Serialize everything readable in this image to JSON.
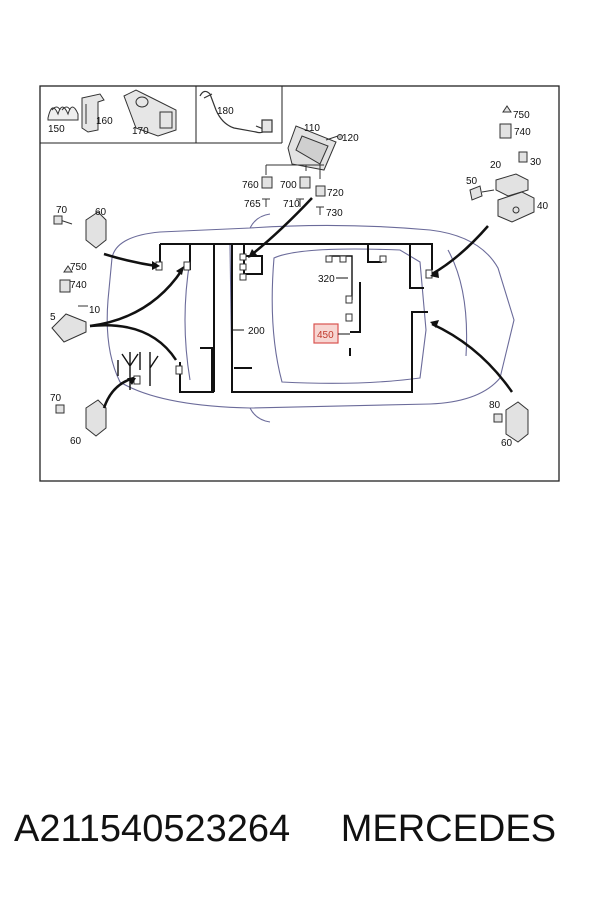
{
  "diagram": {
    "labels": {
      "l150": "150",
      "l160": "160",
      "l170": "170",
      "l180": "180",
      "l110": "110",
      "l120": "120",
      "l760": "760",
      "l700": "700",
      "l720": "720",
      "l765": "765",
      "l710": "710",
      "l730": "730",
      "l750a": "750",
      "l740a": "740",
      "l20": "20",
      "l30": "30",
      "l50": "50",
      "l40": "40",
      "l70a": "70",
      "l60a": "60",
      "l750b": "750",
      "l740b": "740",
      "l5": "5",
      "l10": "10",
      "l200": "200",
      "l320": "320",
      "l450": "450",
      "l70b": "70",
      "l60b": "60",
      "l80": "80",
      "l60c": "60"
    },
    "highlighted": "450",
    "highlight_color": "#c0392b"
  },
  "caption": {
    "part_number": "A211540523264",
    "brand": "MERCEDES"
  }
}
